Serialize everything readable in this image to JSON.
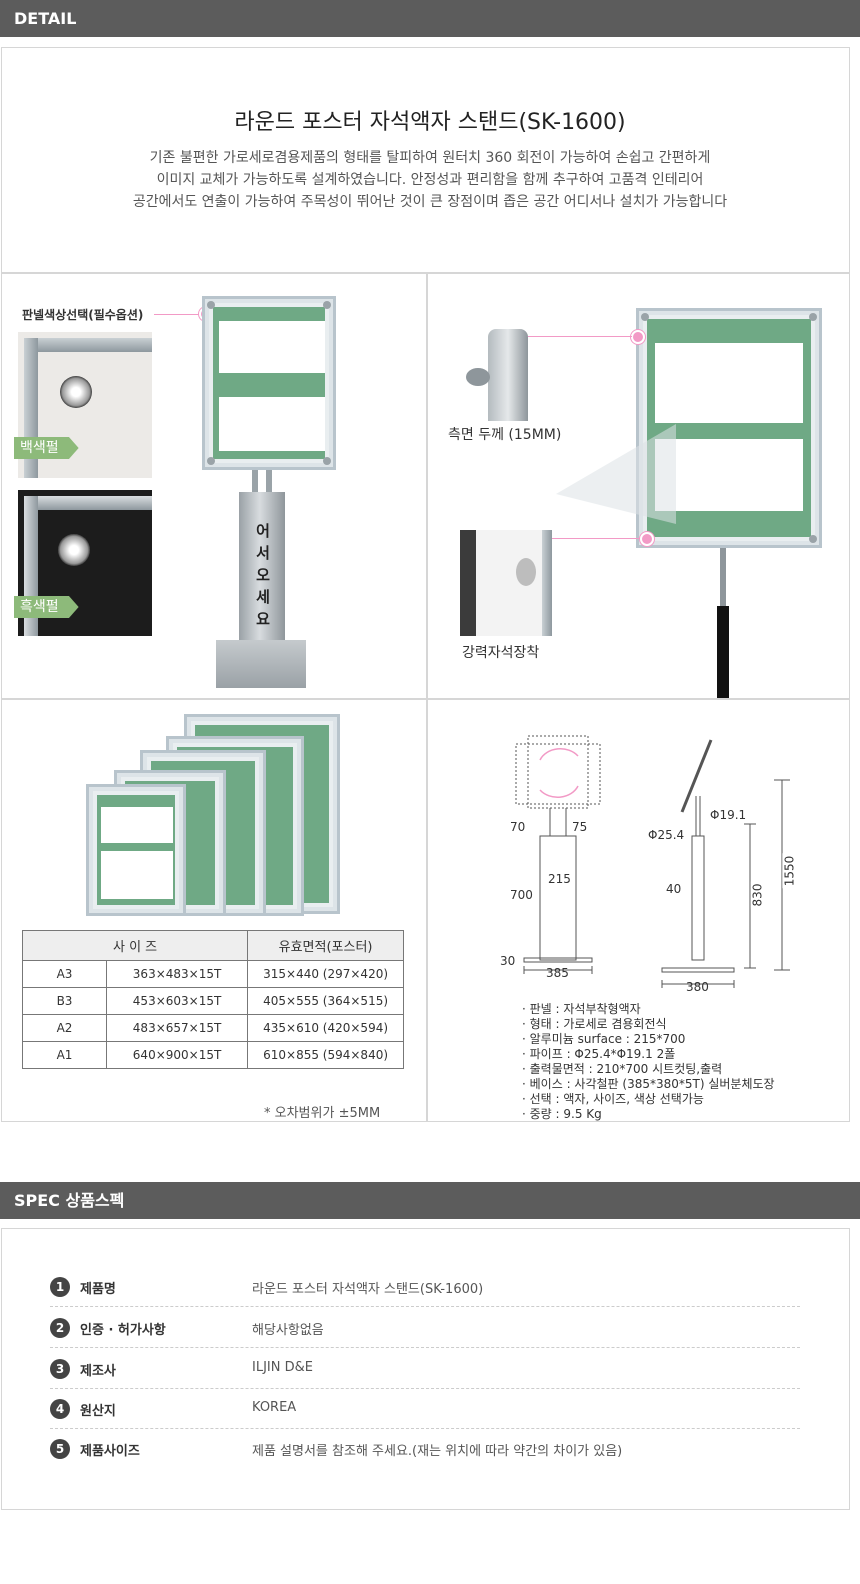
{
  "detail_bar": {
    "label": "DETAIL"
  },
  "intro": {
    "title": "라운드 포스터 자석액자 스탠드(SK-1600)",
    "lines": [
      "기존 불편한 가로세로겸용제품의 형태를 탈피하여 원터치 360 회전이 가능하여 손쉽고 간편하게",
      "이미지 교체가 가능하도록 설계하였습니다. 안정성과 편리함을 함께 추구하여 고품격 인테리어",
      "공간에서도 연출이  가능하여  주목성이 뛰어난 것이 큰 장점이며  좁은 공간 어디서나 설치가 가능합니다"
    ]
  },
  "panel_color": {
    "label": "판넬색상선택(필수옵션)",
    "white": "백색펄",
    "black": "흑색펄",
    "stand_text": [
      "어",
      "서",
      "오",
      "세",
      "요"
    ]
  },
  "side": {
    "thickness": "측면 두께 (15MM)",
    "magnet": "강력자석장착"
  },
  "size_table": {
    "headers": [
      "사 이 즈",
      "유효면적(포스터)"
    ],
    "rows": [
      [
        "A3",
        "363×483×15T",
        "315×440 (297×420)"
      ],
      [
        "B3",
        "453×603×15T",
        "405×555 (364×515)"
      ],
      [
        "A2",
        "483×657×15T",
        "435×610 (420×594)"
      ],
      [
        "A1",
        "640×900×15T",
        "610×855 (594×840)"
      ]
    ],
    "note": "* 오차범위가 ±5MM"
  },
  "dimensions": {
    "d70": "70",
    "d75": "75",
    "d215": "215",
    "d700": "700",
    "d30": "30",
    "d385": "385",
    "d191": "Φ19.1",
    "d254": "Φ25.4",
    "d40": "40",
    "d830": "830",
    "d1550": "1550",
    "d380": "380"
  },
  "specs_list": [
    "· 판넬 : 자석부착형액자",
    "· 형태 : 가로세로 겸용회전식",
    "· 알루미늄 surface : 215*700",
    "· 파이프 : Φ25.4*Φ19.1  2폴",
    "· 출력물면적 : 210*700 시트컷팅,출력",
    "· 베이스 : 사각철판 (385*380*5T) 실버분체도장",
    "· 선택 : 액자, 사이즈, 색상 선택가능",
    "· 중량 : 9.5 Kg"
  ],
  "spec_bar": {
    "label": "SPEC 상품스펙"
  },
  "spec": [
    {
      "num": "1",
      "key": "제품명",
      "value": "라운드 포스터 자석액자 스탠드(SK-1600)"
    },
    {
      "num": "2",
      "key": "인증 · 허가사항",
      "value": "해당사항없음"
    },
    {
      "num": "3",
      "key": "제조사",
      "value": "ILJIN D&E"
    },
    {
      "num": "4",
      "key": "원산지",
      "value": "KOREA"
    },
    {
      "num": "5",
      "key": "제품사이즈",
      "value": "제품 설명서를 참조해 주세요.(재는 위치에 따라 약간의 차이가 있음)"
    }
  ],
  "colors": {
    "bar": "#5c5c5c",
    "accent_pink": "#f29ac6",
    "tag_green": "#8dba7a",
    "poster_green": "#6fa985"
  }
}
